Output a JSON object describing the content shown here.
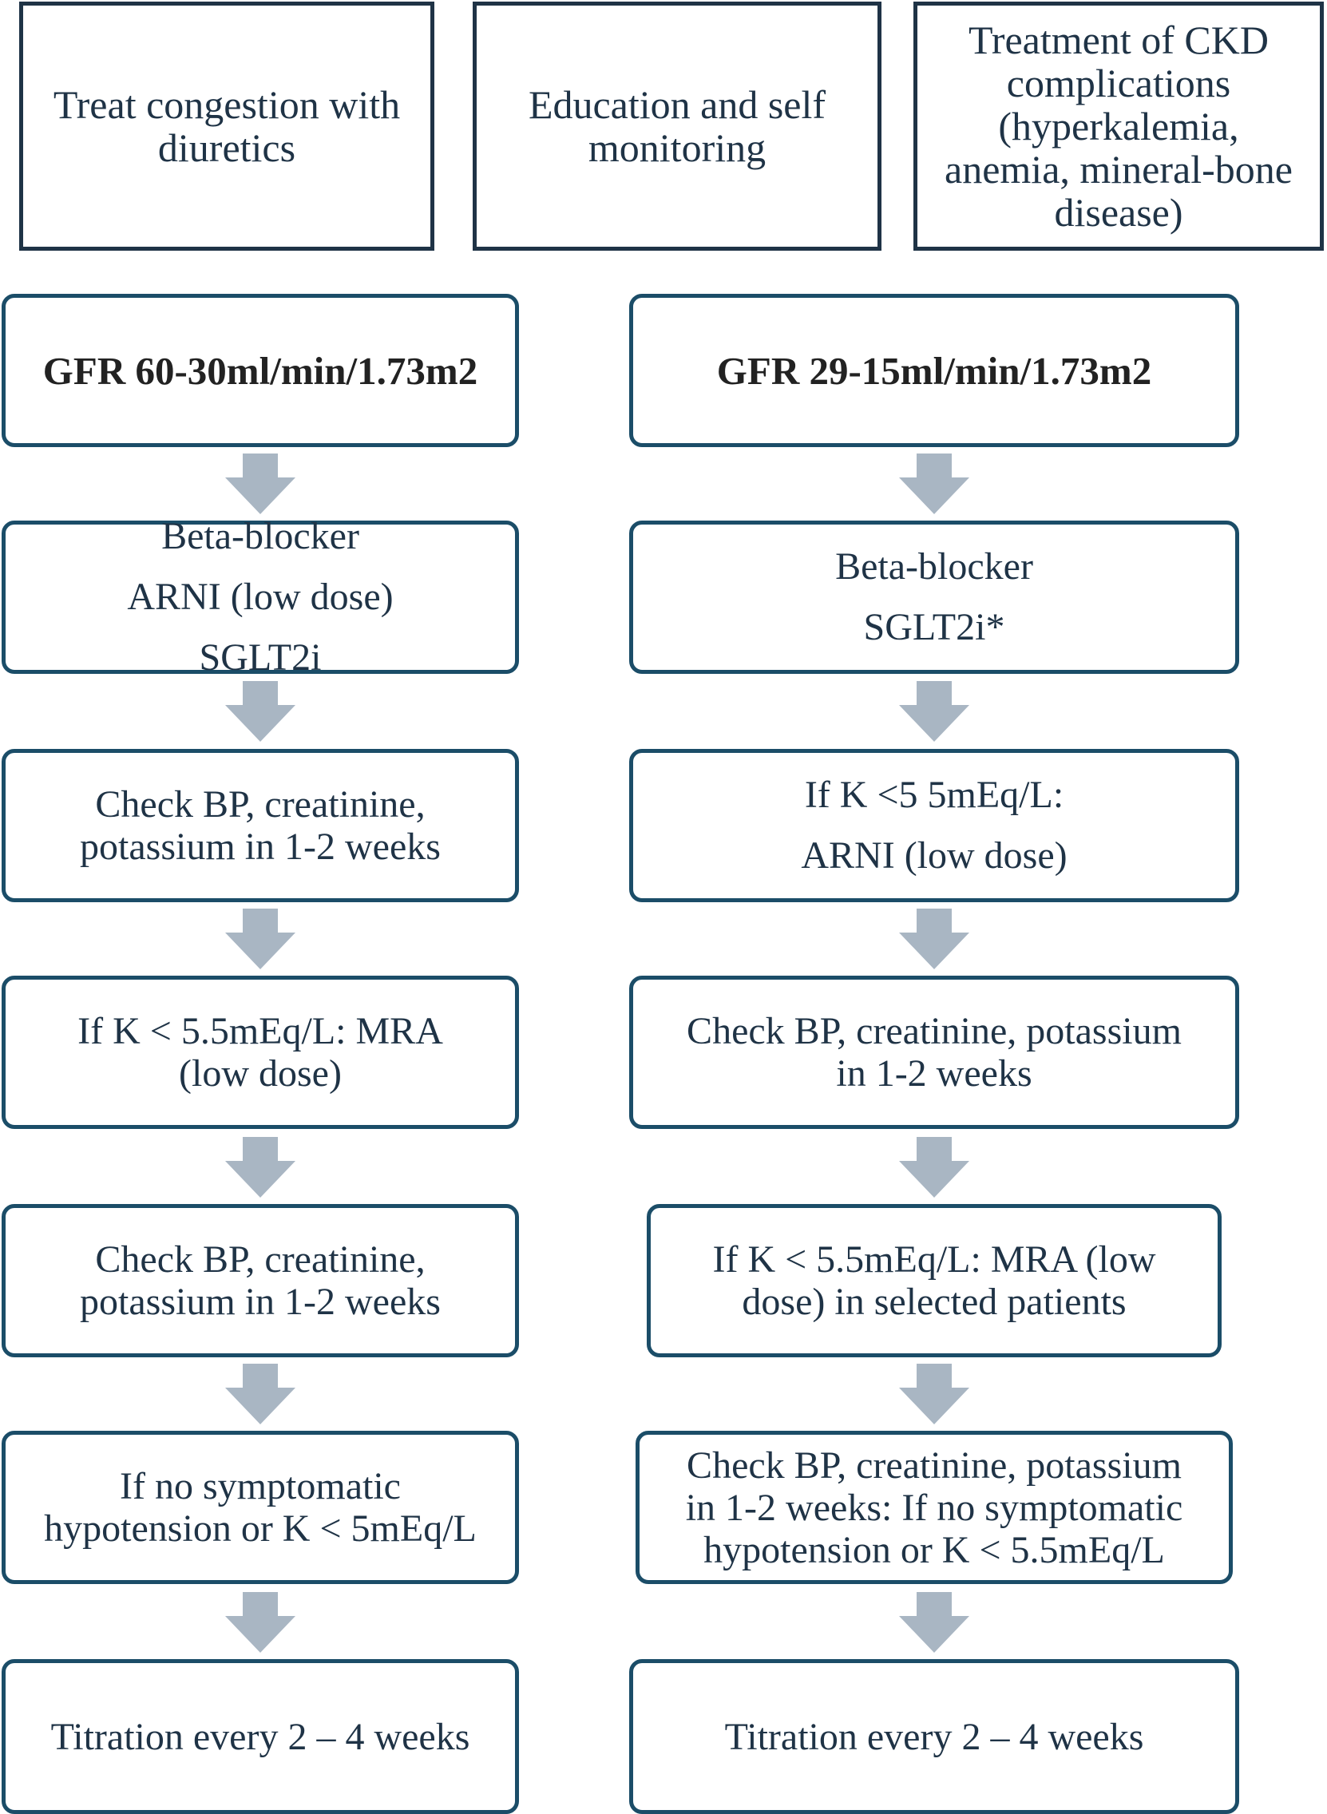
{
  "top_boxes": [
    {
      "lines": [
        "Treat congestion with",
        "diuretics"
      ]
    },
    {
      "lines": [
        "Education and self",
        "monitoring"
      ]
    },
    {
      "lines": [
        "Treatment of CKD",
        "complications",
        "(hyperkalemia,",
        "anemia, mineral-bone",
        "disease)"
      ]
    }
  ],
  "left_column": {
    "header": "GFR 60-30ml/min/1.73m2",
    "steps": [
      {
        "lines": [
          "Beta-blocker",
          "ARNI (low dose)",
          "SGLT2i"
        ]
      },
      {
        "lines": [
          "Check BP, creatinine,",
          "potassium in 1-2 weeks"
        ]
      },
      {
        "lines": [
          "If K < 5.5mEq/L: MRA",
          "(low dose)"
        ]
      },
      {
        "lines": [
          "Check BP, creatinine,",
          "potassium in 1-2 weeks"
        ]
      },
      {
        "lines": [
          "If no symptomatic",
          "hypotension or K < 5mEq/L"
        ]
      },
      {
        "lines": [
          "Titration every 2 – 4 weeks"
        ]
      }
    ]
  },
  "right_column": {
    "header": "GFR 29-15ml/min/1.73m2",
    "steps": [
      {
        "lines": [
          "Beta-blocker",
          "SGLT2i*"
        ]
      },
      {
        "lines": [
          "If K <5 5mEq/L:",
          "ARNI (low dose)"
        ]
      },
      {
        "lines": [
          "Check BP, creatinine, potassium",
          "in 1-2 weeks"
        ]
      },
      {
        "lines": [
          "If K < 5.5mEq/L: MRA (low",
          "dose) in selected patients"
        ]
      },
      {
        "lines": [
          "Check BP, creatinine, potassium",
          "in 1-2 weeks: If no symptomatic",
          "hypotension or K < 5.5mEq/L"
        ]
      },
      {
        "lines": [
          "Titration every 2 – 4 weeks"
        ]
      }
    ]
  },
  "colors": {
    "box_border": "#1b4d68",
    "top_border": "#1f3346",
    "arrow": "#a9b6c3",
    "text": "#1f3346"
  }
}
